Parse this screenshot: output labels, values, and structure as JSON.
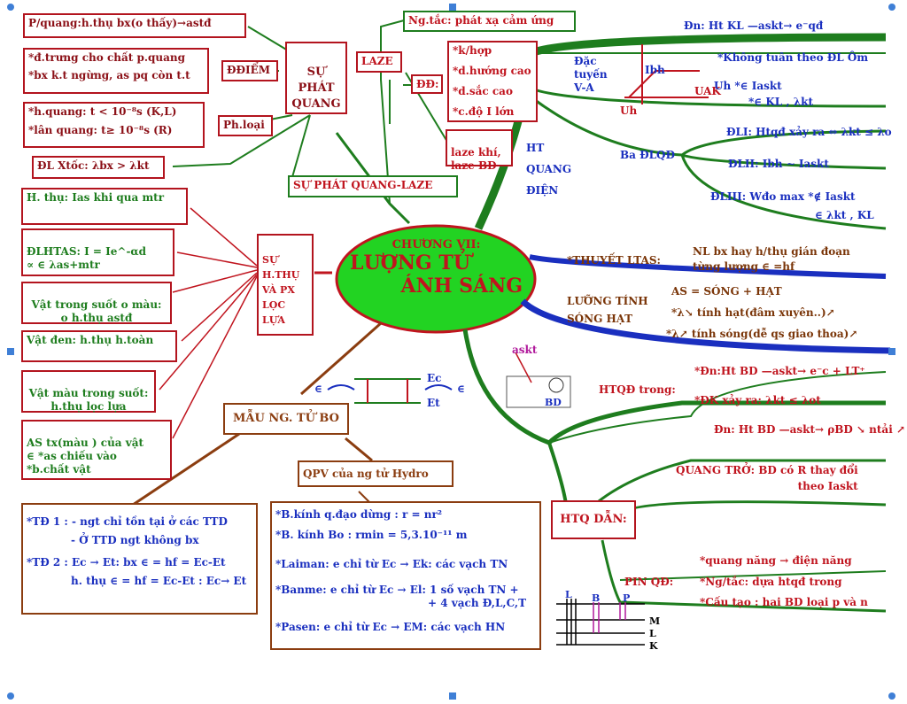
{
  "center": {
    "line1": "CHƯƠNG VII:",
    "line2": "LƯỢNG TỬ",
    "line3": "ÁNH SÁNG"
  },
  "phat_quang": {
    "title": "SỰ\nPHÁT\nQUANG",
    "photoluminescence": "P/quang:h.thụ bx(o thấy)→astđ",
    "diem_label": "ĐĐIỂM",
    "diem_lines": [
      "*đ.trưng cho chất p.quang",
      "*bx k.t ngừng, as pq còn t.t"
    ],
    "ploai_label": "Ph.loại",
    "ploai_lines": [
      "*h.quang: t < 10⁻⁸s (K,L)",
      "*lân quang: t≥ 10⁻⁸s (R)"
    ],
    "stokes": "ĐL Xtốc: λbx > λkt"
  },
  "laze": {
    "title": "LAZE",
    "nguyen_tac": "Ng.tắc: phát xạ cảm ứng",
    "dd_label": "ĐĐ:",
    "dd_lines": [
      "*k/hợp",
      "*d.hướng cao",
      "*d.sắc cao",
      "*c.độ I lớn"
    ],
    "laze_ve": "laze khí,\nlaze BD",
    "group_label": "SỰ PHÁT QUANG-LAZE"
  },
  "hap_thu": {
    "title": "SỰ\nH.THỤ\nVÀ PX\nLỌC\nLỰA",
    "items": [
      "H. thụ: Ias khi qua mtr",
      "ĐLHTAS: I = Ie^-αd\n∝ ∈ λas+mtr",
      "Vật trong suốt o màu:\no h.thụ astđ",
      "Vật đen: h.thụ h.toàn",
      "Vật màu trong suốt:\nh.thụ lọc lựa",
      "AS tx(màu ) của vật\n∈ *as chiếu vào\n  *b.chất vật"
    ]
  },
  "bo": {
    "title": "MẪU NG. TỬ BO",
    "td_lines": [
      "*TĐ 1 : - ngt chỉ tồn tại ở các TTD",
      "- Ở TTD ngt không bx",
      "*TĐ 2 : Ec → Et: bx ∈ = hf = Ec-Et",
      "h. thụ ∈ = hf = Ec-Et : Ec→ Et"
    ],
    "qpv_label": "QPV của ng tử Hydro",
    "qpv_lines": [
      "*B.kính q.đạo dừng : r = nr²",
      "*B. kính Bo : rmin = 5,3.10⁻¹¹ m",
      "*Laiman: e chỉ từ Ec → Ek: các vạch TN",
      "*Banme: e chỉ từ Ec → El: 1 số vạch TN +",
      "+ 4 vạch Đ,L,C,T",
      "*Pasen: e chỉ từ Ec → EM: các vạch HN"
    ],
    "ec": "Ec",
    "et": "Et",
    "eps": "∈"
  },
  "quang_dien": {
    "branch": "HT\nQUANG\nĐIỆN",
    "dn": "Đn: Ht KL —askt→ e⁻qđ",
    "dac_tuyen": "Đặc\ntuyến\nV-A",
    "ibh": "Ibh",
    "uh": "Uh",
    "uak": "UAK",
    "khong_tuan": "*Không tuân theo ĐL Ôm",
    "uh_dep": "Uh  *∈ Iaskt",
    "uh_dep2": "*∈ KL , λkt",
    "ba_dlqd": "Ba ĐLQĐ",
    "dl1": "ĐLI: Htqđ xảy ra ⇔ λkt ≤ λo",
    "dl2": "ĐLII: Ibh ∼ Iaskt",
    "dl3": "ĐLIII: Wđo max  *∉ Iaskt",
    "dl3b": "∈ λkt , KL"
  },
  "ltas": {
    "label": "*THUYẾT LTAS:",
    "text": "NL bx hay h/thụ gián đoạn\ntừng lượng ∈ =hf"
  },
  "luong_tinh": {
    "label": "LƯỠNG TÍNH\nSÓNG HẠT",
    "items": [
      "AS = SÓNG + HẠT",
      "*λ↘ tính hạt(đâm xuyên..)↗",
      "*λ↗ tính sóng(dễ qs giao thoa)↗"
    ]
  },
  "htqd_trong": {
    "label": "HTQĐ trong:",
    "dn": "*Đn:Ht BD —askt→ e⁻c + LT⁺",
    "dk": "*ĐK xảy ra: λkt ≤ λot",
    "askt": "askt",
    "bd": "BD"
  },
  "htq_dan": {
    "label": "HTQ DẪN:",
    "dn": "Đn:      Ht BD —askt→ ρBD ↘ ntải ↗",
    "quang_tro": "QUANG TRỞ: BD có R thay đổi\ntheo Iaskt",
    "pin_label": "PIN QĐ:",
    "pin_items": [
      "*quang năng → điện năng",
      "*Ng/tắc: dựa htqđ trong",
      "*Cấu tạo : hai BD loại p và n"
    ],
    "levels": [
      "L",
      "B",
      "P",
      "M",
      "L",
      "K"
    ]
  },
  "colors": {
    "green": "#1e7d1e",
    "red": "#c0141e",
    "blue": "#1a2fbf",
    "brown": "#8b3d10",
    "ellipse": "#22d322"
  }
}
